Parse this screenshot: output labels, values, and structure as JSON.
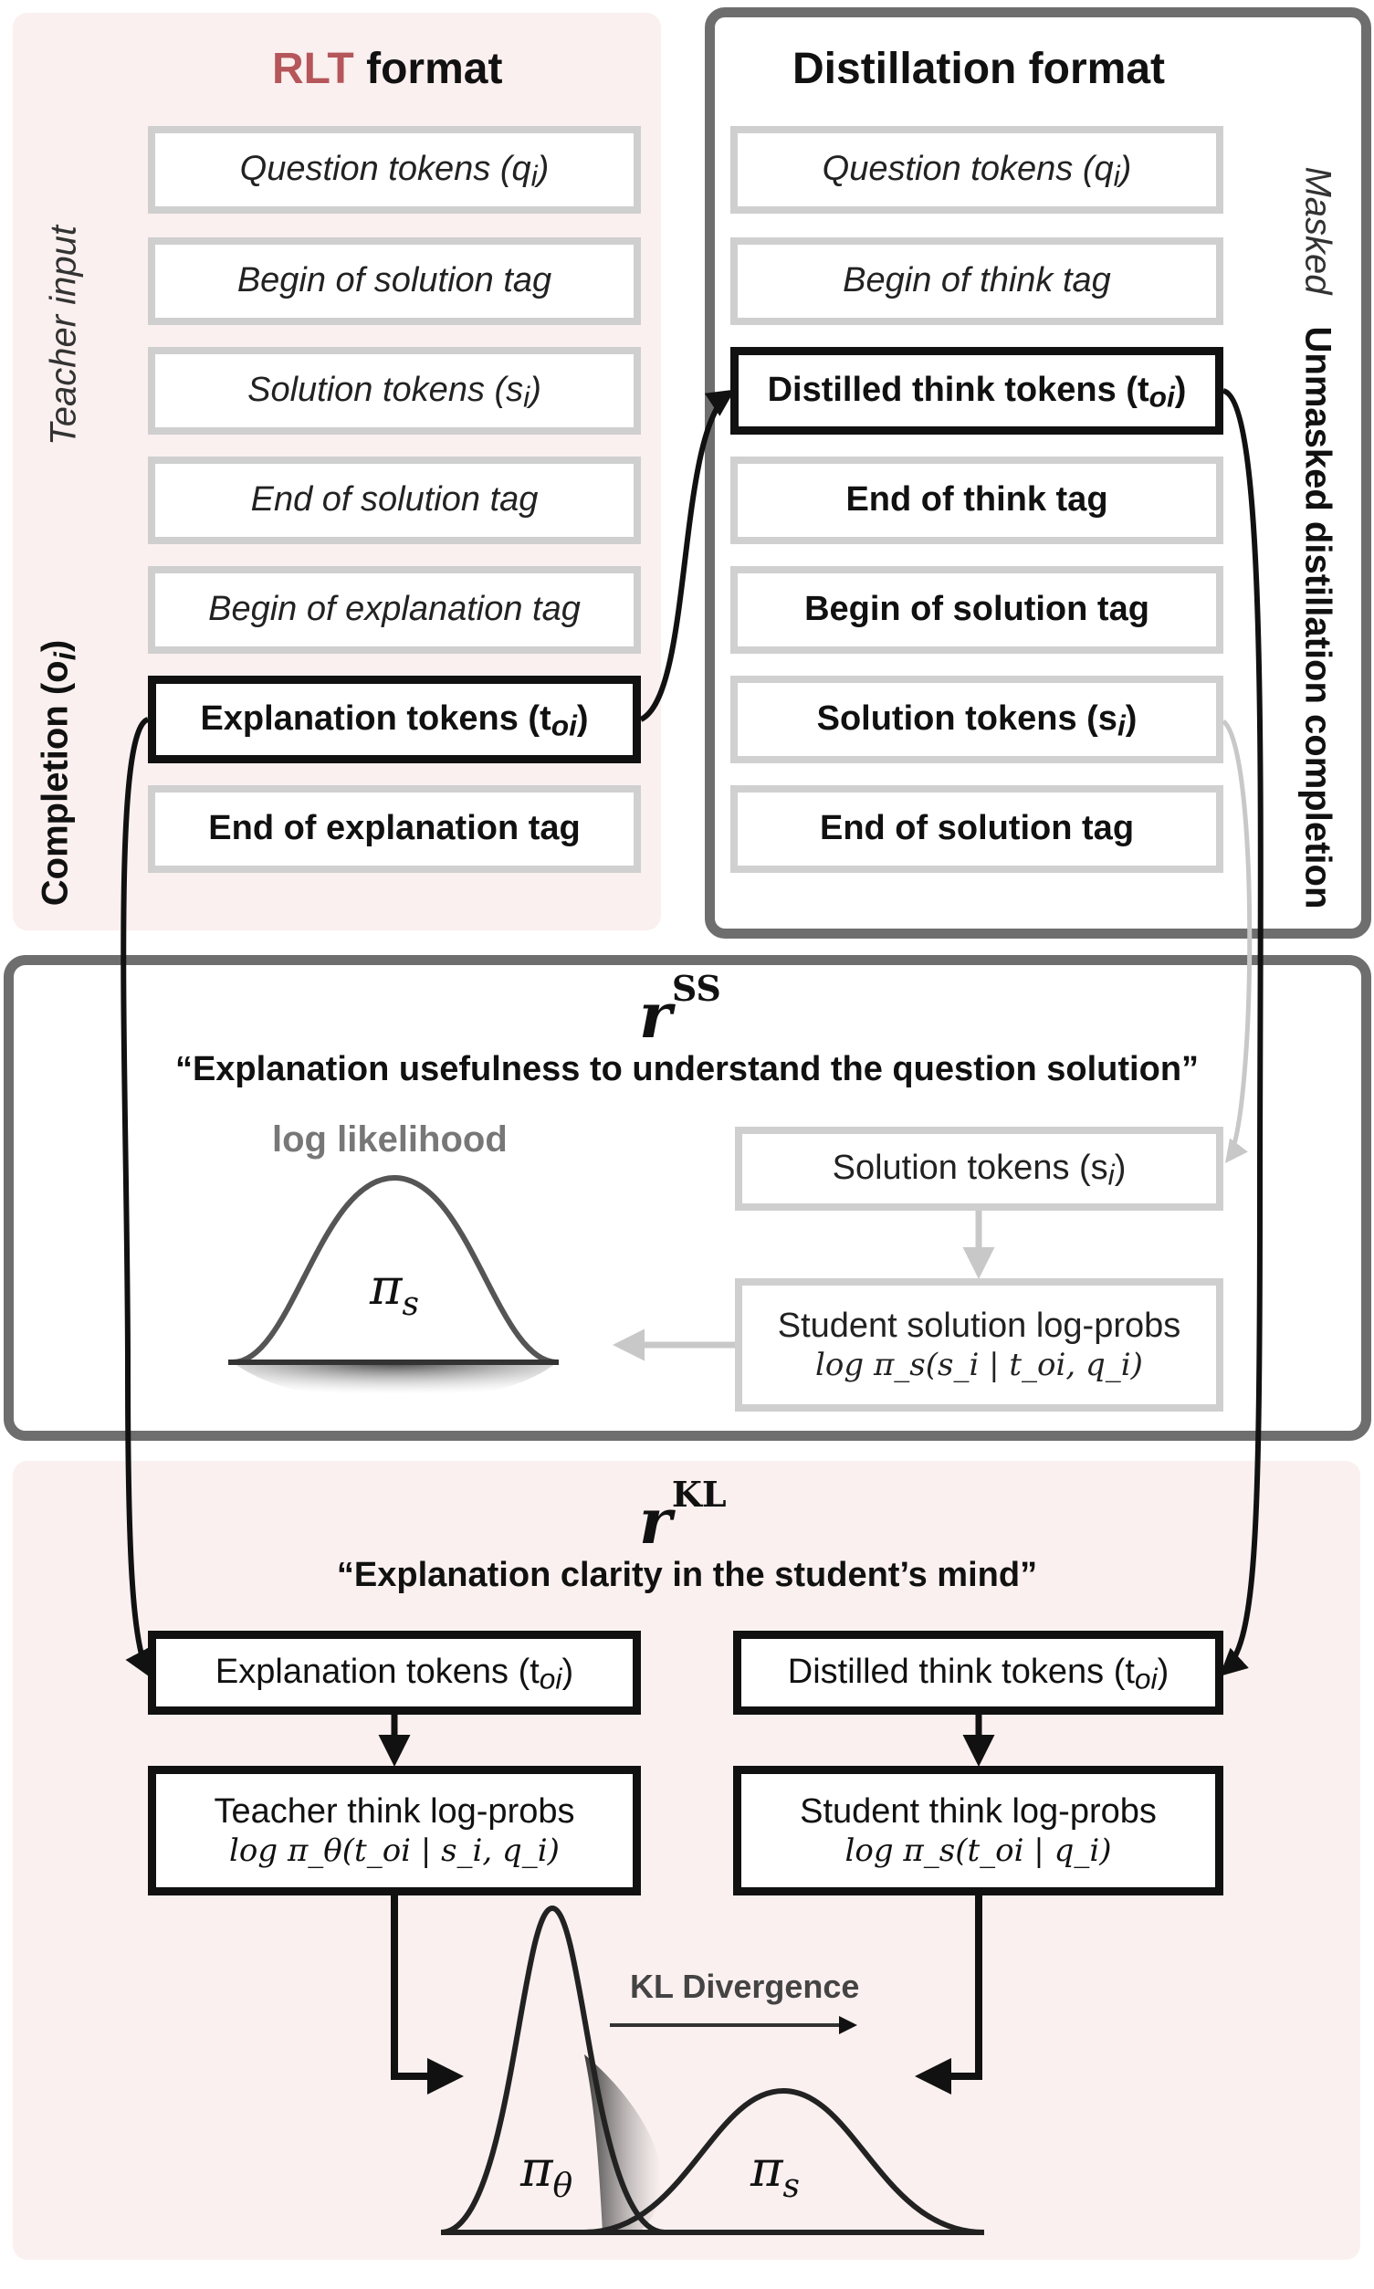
{
  "colors": {
    "accent_red": "#b5565a",
    "panel_pink": "#faf0ef",
    "border_grey": "#6e6e6e",
    "light_border": "#cfcfcf"
  },
  "rlt": {
    "title_prefix": "RLT",
    "title_suffix": " format",
    "teacher_input_label": "Teacher input",
    "completion_label": "Completion (o",
    "completion_sub": "i",
    "completion_close": ")",
    "boxes": {
      "question": "Question tokens (q",
      "question_sub": "i",
      "question_close": ")",
      "begin_solution": "Begin of solution tag",
      "solution": "Solution tokens (s",
      "solution_sub": "i",
      "solution_close": ")",
      "end_solution": "End of solution tag",
      "begin_explanation": "Begin of explanation tag",
      "explanation": "Explanation tokens (t",
      "explanation_sub": "oi",
      "explanation_close": ")",
      "end_explanation": "End of explanation tag"
    }
  },
  "distill": {
    "title": "Distillation format",
    "masked_label": "Masked",
    "unmasked_label": "Unmasked distillation completion",
    "boxes": {
      "question": "Question tokens (q",
      "question_sub": "i",
      "question_close": ")",
      "begin_think": "Begin of think tag",
      "distilled": "Distilled think tokens (t",
      "distilled_sub": "oi",
      "distilled_close": ")",
      "end_think": "End of think tag",
      "begin_solution": "Begin of solution tag",
      "solution": "Solution tokens (s",
      "solution_sub": "i",
      "solution_close": ")",
      "end_solution": "End of solution tag"
    }
  },
  "rss": {
    "symbol": "r",
    "superscript": "SS",
    "quote": "“Explanation usefulness to understand the question solution”",
    "log_likelihood": "log likelihood",
    "pi": "π",
    "pi_sub": "s",
    "solution_box": "Solution tokens (s",
    "solution_box_sub": "i",
    "solution_box_close": ")",
    "student_box_line1": "Student solution log-probs",
    "student_box_line2": "log π_s(s_i | t_oi, q_i)"
  },
  "rkl": {
    "symbol": "r",
    "superscript": "KL",
    "quote": "“Explanation clarity in the student’s mind”",
    "explanation_box": "Explanation tokens (t",
    "explanation_box_sub": "oi",
    "explanation_box_close": ")",
    "distilled_box": "Distilled think tokens (t",
    "distilled_box_sub": "oi",
    "distilled_box_close": ")",
    "teacher_line1": "Teacher think log-probs",
    "teacher_line2": "log π_θ(t_oi | s_i, q_i)",
    "student_line1": "Student think log-probs",
    "student_line2": "log π_s(t_oi | q_i)",
    "kl_label": "KL Divergence",
    "pi_theta": "π",
    "pi_theta_sub": "θ",
    "pi_s": "π",
    "pi_s_sub": "s"
  }
}
